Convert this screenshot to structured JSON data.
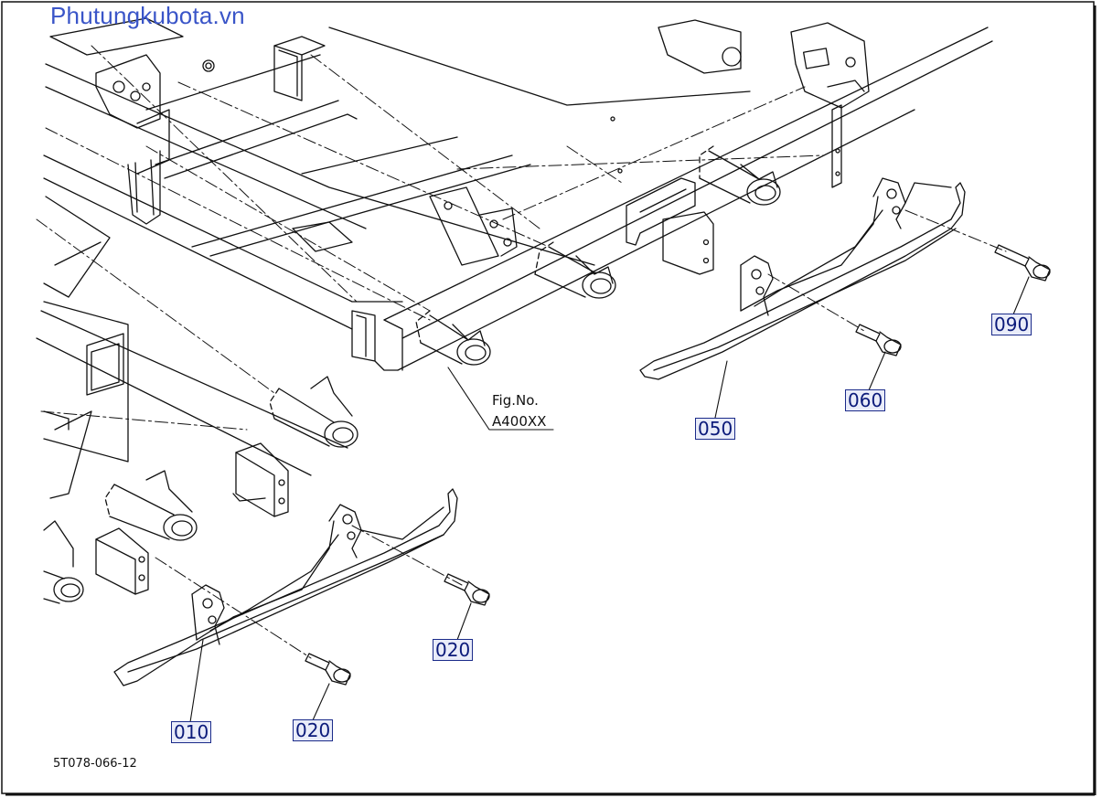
{
  "watermark": "Phutungkubota.vn",
  "figure_reference": {
    "line1": "Fig.No.",
    "line2": "A400XX"
  },
  "drawing_code": "5T078-066-12",
  "callouts": [
    {
      "id": "callout-010",
      "label": "010"
    },
    {
      "id": "callout-020-a",
      "label": "020"
    },
    {
      "id": "callout-020-b",
      "label": "020"
    },
    {
      "id": "callout-050",
      "label": "050"
    },
    {
      "id": "callout-060",
      "label": "060"
    },
    {
      "id": "callout-090",
      "label": "090"
    }
  ],
  "colors": {
    "watermark": "#3a55c8",
    "callout_text": "#0b1a7a",
    "callout_bg": "#e9ecf9",
    "line": "#111111"
  }
}
